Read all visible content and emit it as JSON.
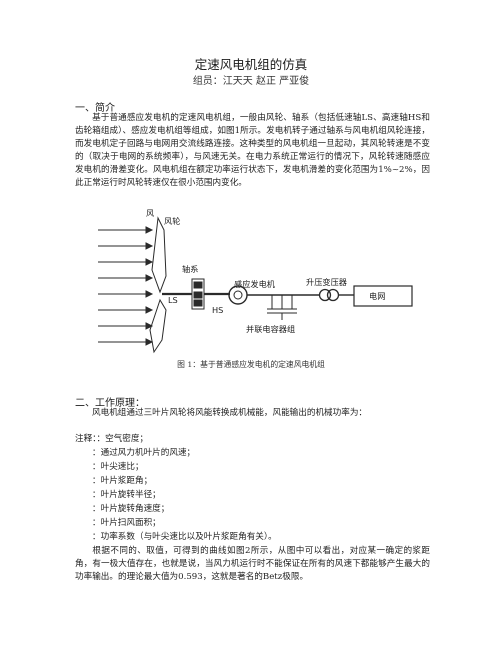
{
  "doc": {
    "title": "定速风电机组的仿真",
    "authors": "组员：江天天 赵正 严亚俊"
  },
  "sec1": {
    "heading": "一、简介",
    "para": "基于普通感应发电机的定速风电机组，一般由风轮、轴系（包括低速轴LS、高速轴HS和齿轮箱组成）、感应发电机组等组成，如图1所示。发电机转子通过轴系与风电机组风轮连接，而发电机定子回路与电网用交流线路连接。这种类型的风电机组一旦起动，其风轮转速是不变的（取决于电网的系统频率），与风速无关。在电力系统正常运行的情况下，风轮转速随感应发电机的滑差变化。风电机组在额定功率运行状态下，发电机滑差的变化范围为1%~2%，因此正常运行时风轮转速仅在很小范围内变化。"
  },
  "figure": {
    "labels": {
      "wind": "风",
      "rotor": "风轮",
      "shaft": "轴系",
      "ls": "LS",
      "hs": "HS",
      "generator": "感应发电机",
      "transformer": "升压变压器",
      "grid": "电网",
      "capacitor": "并联电容器组"
    },
    "caption": "图 1：基于普通感应发电机的定速风电机组"
  },
  "sec2": {
    "heading": "二、工作原理：",
    "intro": "风电机组通过三叶片风轮将风能转换成机械能，风能输出的机械功率为：",
    "notes": [
      "注释：：空气密度；",
      "：通过风力机叶片的风速；",
      "：叶尖速比；",
      "：叶片浆距角；",
      "：叶片旋转半径；",
      "：叶片旋转角速度；",
      "：叶片扫风面积；",
      "：功率系数（与叶尖速比以及叶片浆距角有关）。"
    ],
    "para": "根据不同的、取值，可得到的曲线如图2所示，从图中可以看出，对应某一确定的浆距角，有一极大值存在，也就是说，当风力机运行时不能保证在所有的风速下都能够产生最大的功率输出。的理论最大值为0.593，这就是著名的Betz极限。"
  },
  "colors": {
    "text": "#1a1a1a",
    "figure_ink": "#2a2a2a"
  }
}
